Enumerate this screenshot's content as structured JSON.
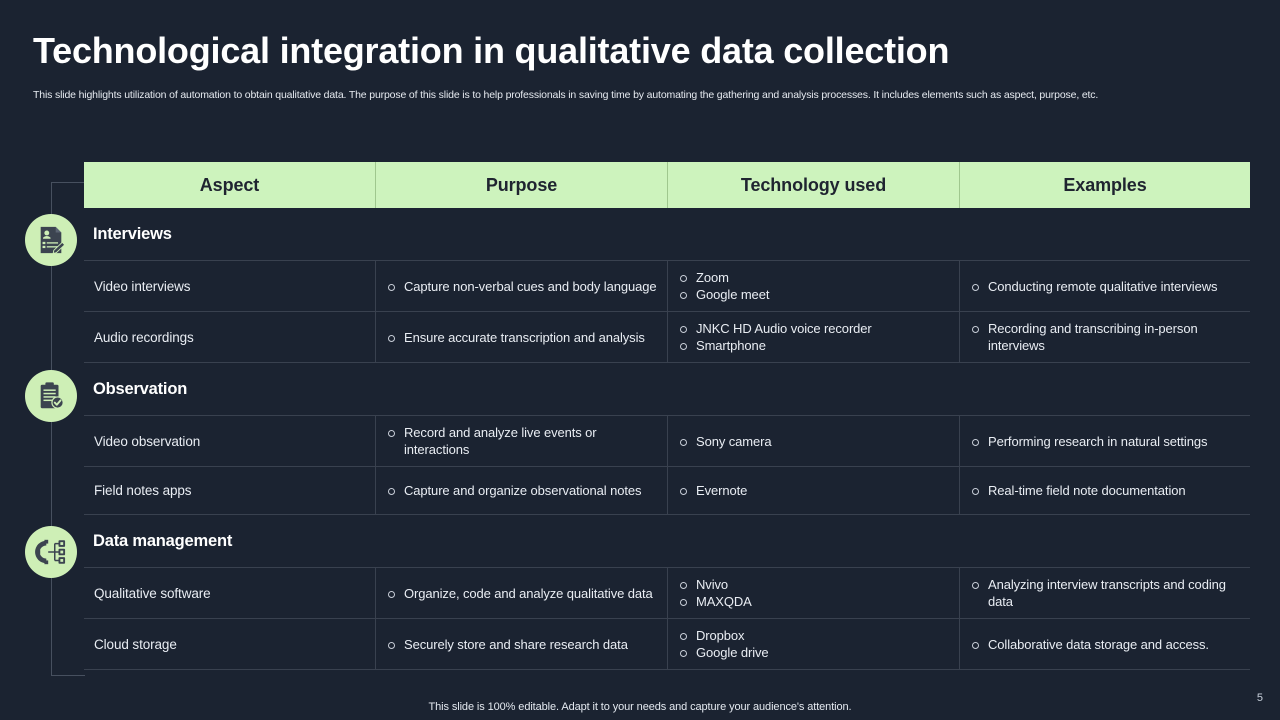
{
  "slide": {
    "title": "Technological integration in qualitative data collection",
    "subtitle": "This slide highlights utilization of automation to obtain qualitative data. The purpose of this slide is to help professionals in saving time by automating the gathering and analysis processes. It includes elements such as aspect, purpose, etc.",
    "footer_note": "This slide is 100% editable. Adapt it to your needs and capture your audience's attention.",
    "page_number": "5"
  },
  "colors": {
    "background": "#1b2331",
    "header_fill": "#cdf3bd",
    "icon_circle": "#ceefb6",
    "header_text": "#1f2430",
    "body_text": "#e9edf3",
    "grid_line": "#39414f"
  },
  "table": {
    "columns": [
      "Aspect",
      "Purpose",
      "Technology used",
      "Examples"
    ],
    "sections": [
      {
        "title": "Interviews",
        "icon": "document-pen-icon",
        "rows": [
          {
            "aspect": "Video interviews",
            "purpose": [
              "Capture non-verbal cues and body language"
            ],
            "technology": [
              "Zoom",
              "Google meet"
            ],
            "examples": [
              "Conducting remote qualitative interviews"
            ]
          },
          {
            "aspect": "Audio recordings",
            "purpose": [
              "Ensure accurate transcription and analysis"
            ],
            "technology": [
              "JNKC HD Audio voice recorder",
              "Smartphone"
            ],
            "examples": [
              "Recording and transcribing in-person interviews"
            ]
          }
        ]
      },
      {
        "title": "Observation",
        "icon": "clipboard-check-icon",
        "rows": [
          {
            "aspect": "Video observation",
            "purpose": [
              "Record and analyze live events or interactions"
            ],
            "technology": [
              "Sony camera"
            ],
            "examples": [
              "Performing research in natural settings"
            ]
          },
          {
            "aspect": "Field notes apps",
            "purpose": [
              "Capture and organize observational notes"
            ],
            "technology": [
              "Evernote"
            ],
            "examples": [
              "Real-time field note documentation"
            ]
          }
        ]
      },
      {
        "title": "Data management",
        "icon": "gear-data-nodes-icon",
        "rows": [
          {
            "aspect": "Qualitative software",
            "purpose": [
              "Organize, code and analyze qualitative data"
            ],
            "technology": [
              "Nvivo",
              "MAXQDA"
            ],
            "examples": [
              "Analyzing interview transcripts and coding data"
            ]
          },
          {
            "aspect": "Cloud storage",
            "purpose": [
              "Securely store and share research data"
            ],
            "technology": [
              "Dropbox",
              "Google drive"
            ],
            "examples": [
              "Collaborative data storage and access."
            ]
          }
        ]
      }
    ]
  }
}
